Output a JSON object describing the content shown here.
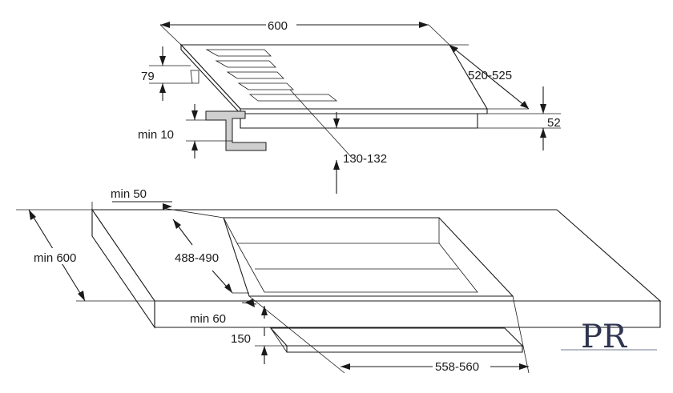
{
  "dimensions": {
    "hob_width": "600",
    "hob_depth": "520-525",
    "hob_height_top": "79",
    "hob_height_side": "52",
    "min_clearance": "min 10",
    "pipe_offset": "130-132",
    "side_clearance": "min 50",
    "worktop_depth": "min 600",
    "cutout_depth": "488-490",
    "front_clearance": "min 60",
    "drawer_gap": "150",
    "cutout_width": "558-560"
  },
  "logo": {
    "text": "PR"
  },
  "colors": {
    "line": "#1a1a1a",
    "bracket": "#cfcfcf",
    "logo": "#2f3550"
  }
}
